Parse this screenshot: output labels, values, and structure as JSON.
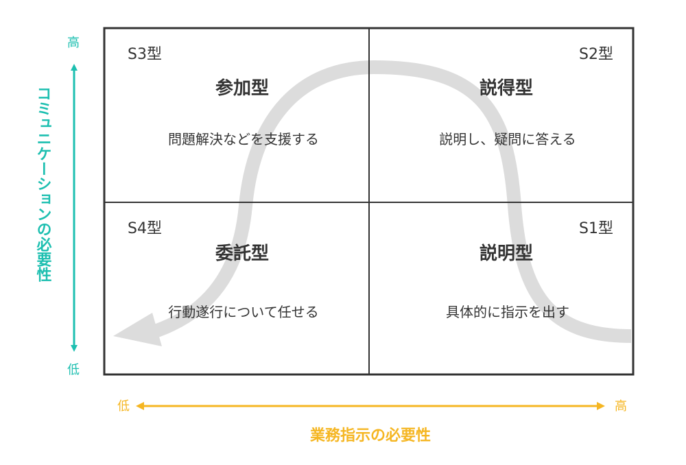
{
  "colors": {
    "communication_axis": "#1dbfb0",
    "instruction_axis": "#f5b622",
    "grid_line": "#333333",
    "flow_arrow": "#dcdcdc",
    "text": "#333333"
  },
  "quadrants": {
    "top_left": {
      "code": "S3型",
      "title": "参加型",
      "description": "問題解決などを支援する"
    },
    "top_right": {
      "code": "S2型",
      "title": "説得型",
      "description": "説明し、疑問に答える"
    },
    "bottom_left": {
      "code": "S4型",
      "title": "委託型",
      "description": "行動遂行について任せる"
    },
    "bottom_right": {
      "code": "S1型",
      "title": "説明型",
      "description": "具体的に指示を出す"
    }
  },
  "vertical_axis": {
    "title": "コミュニケーションの必要性",
    "high_label": "高",
    "low_label": "低"
  },
  "horizontal_axis": {
    "title": "業務指示の必要性",
    "low_label": "低",
    "high_label": "高"
  }
}
